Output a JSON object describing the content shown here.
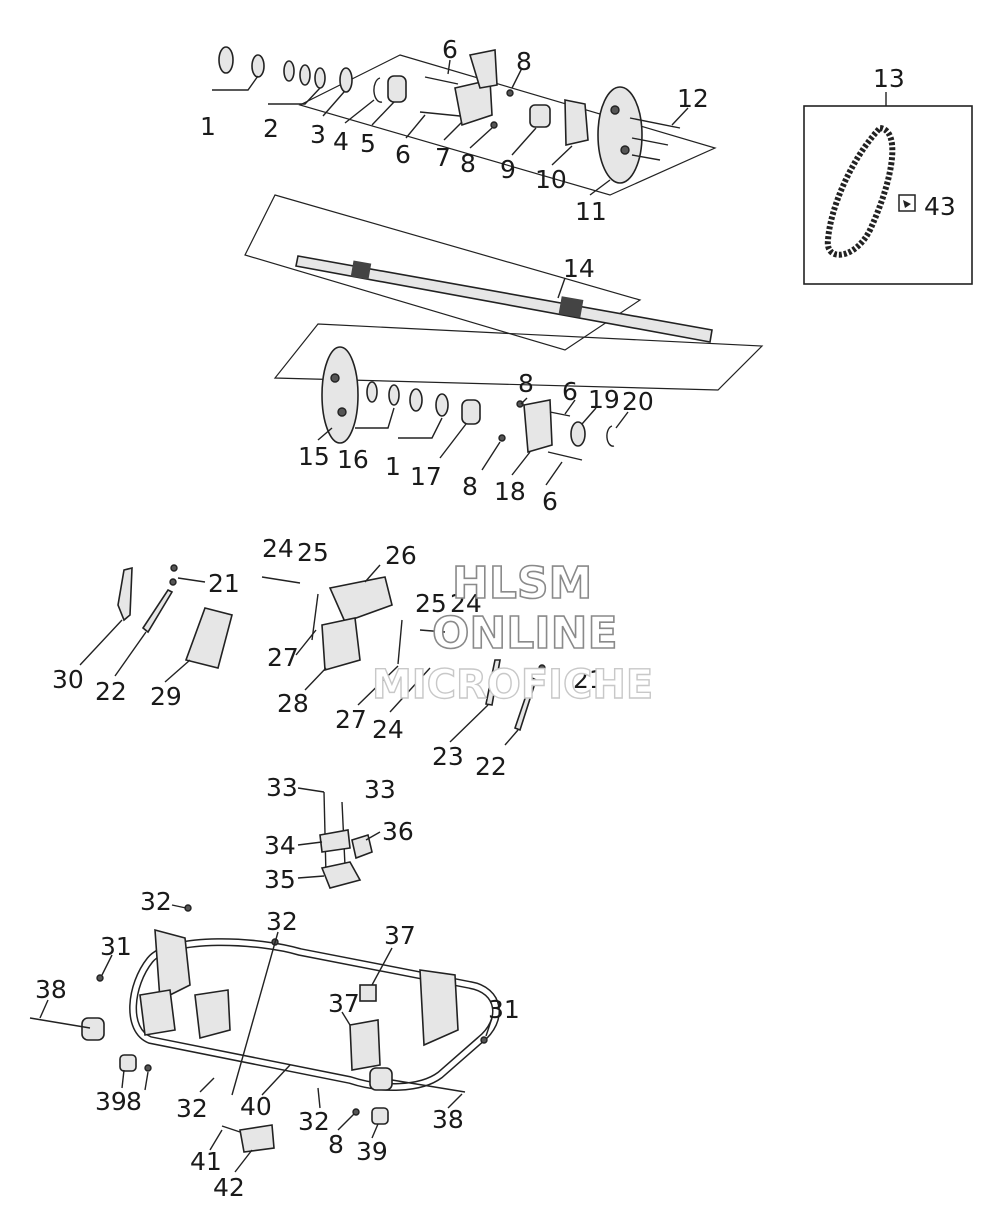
{
  "callouts": {
    "c1a": "1",
    "c2": "2",
    "c3": "3",
    "c4": "4",
    "c5": "5",
    "c6a": "6",
    "c6b": "6",
    "c7": "7",
    "c8a": "8",
    "c8b": "8",
    "c9": "9",
    "c10": "10",
    "c11": "11",
    "c12": "12",
    "c13": "13",
    "c43": "43",
    "c14": "14",
    "c15": "15",
    "c16": "16",
    "c1b": "1",
    "c17": "17",
    "c8c": "8",
    "c6c": "6",
    "c19": "19",
    "c20": "20",
    "c8d": "8",
    "c18": "18",
    "c6d": "6",
    "c24a": "24",
    "c25a": "25",
    "c26": "26",
    "c21a": "21",
    "c25b": "25",
    "c24b": "24",
    "c30": "30",
    "c22a": "22",
    "c29": "29",
    "c27a": "27",
    "c28": "28",
    "c27b": "27",
    "c24c": "24",
    "c23": "23",
    "c22b": "22",
    "c21b": "21",
    "c33a": "33",
    "c33b": "33",
    "c34": "34",
    "c36": "36",
    "c35": "35",
    "c32a": "32",
    "c32b": "32",
    "c37a": "37",
    "c31a": "31",
    "c38a": "38",
    "c37b": "37",
    "c31b": "31",
    "c39a": "39",
    "c8e": "8",
    "c32c": "32",
    "c40": "40",
    "c32d": "32",
    "c38b": "38",
    "c8f": "8",
    "c39b": "39",
    "c41": "41",
    "c42": "42"
  },
  "watermark": {
    "line1": "HLSM",
    "line2": "ONLINE",
    "line3": "MICROFICHE"
  }
}
